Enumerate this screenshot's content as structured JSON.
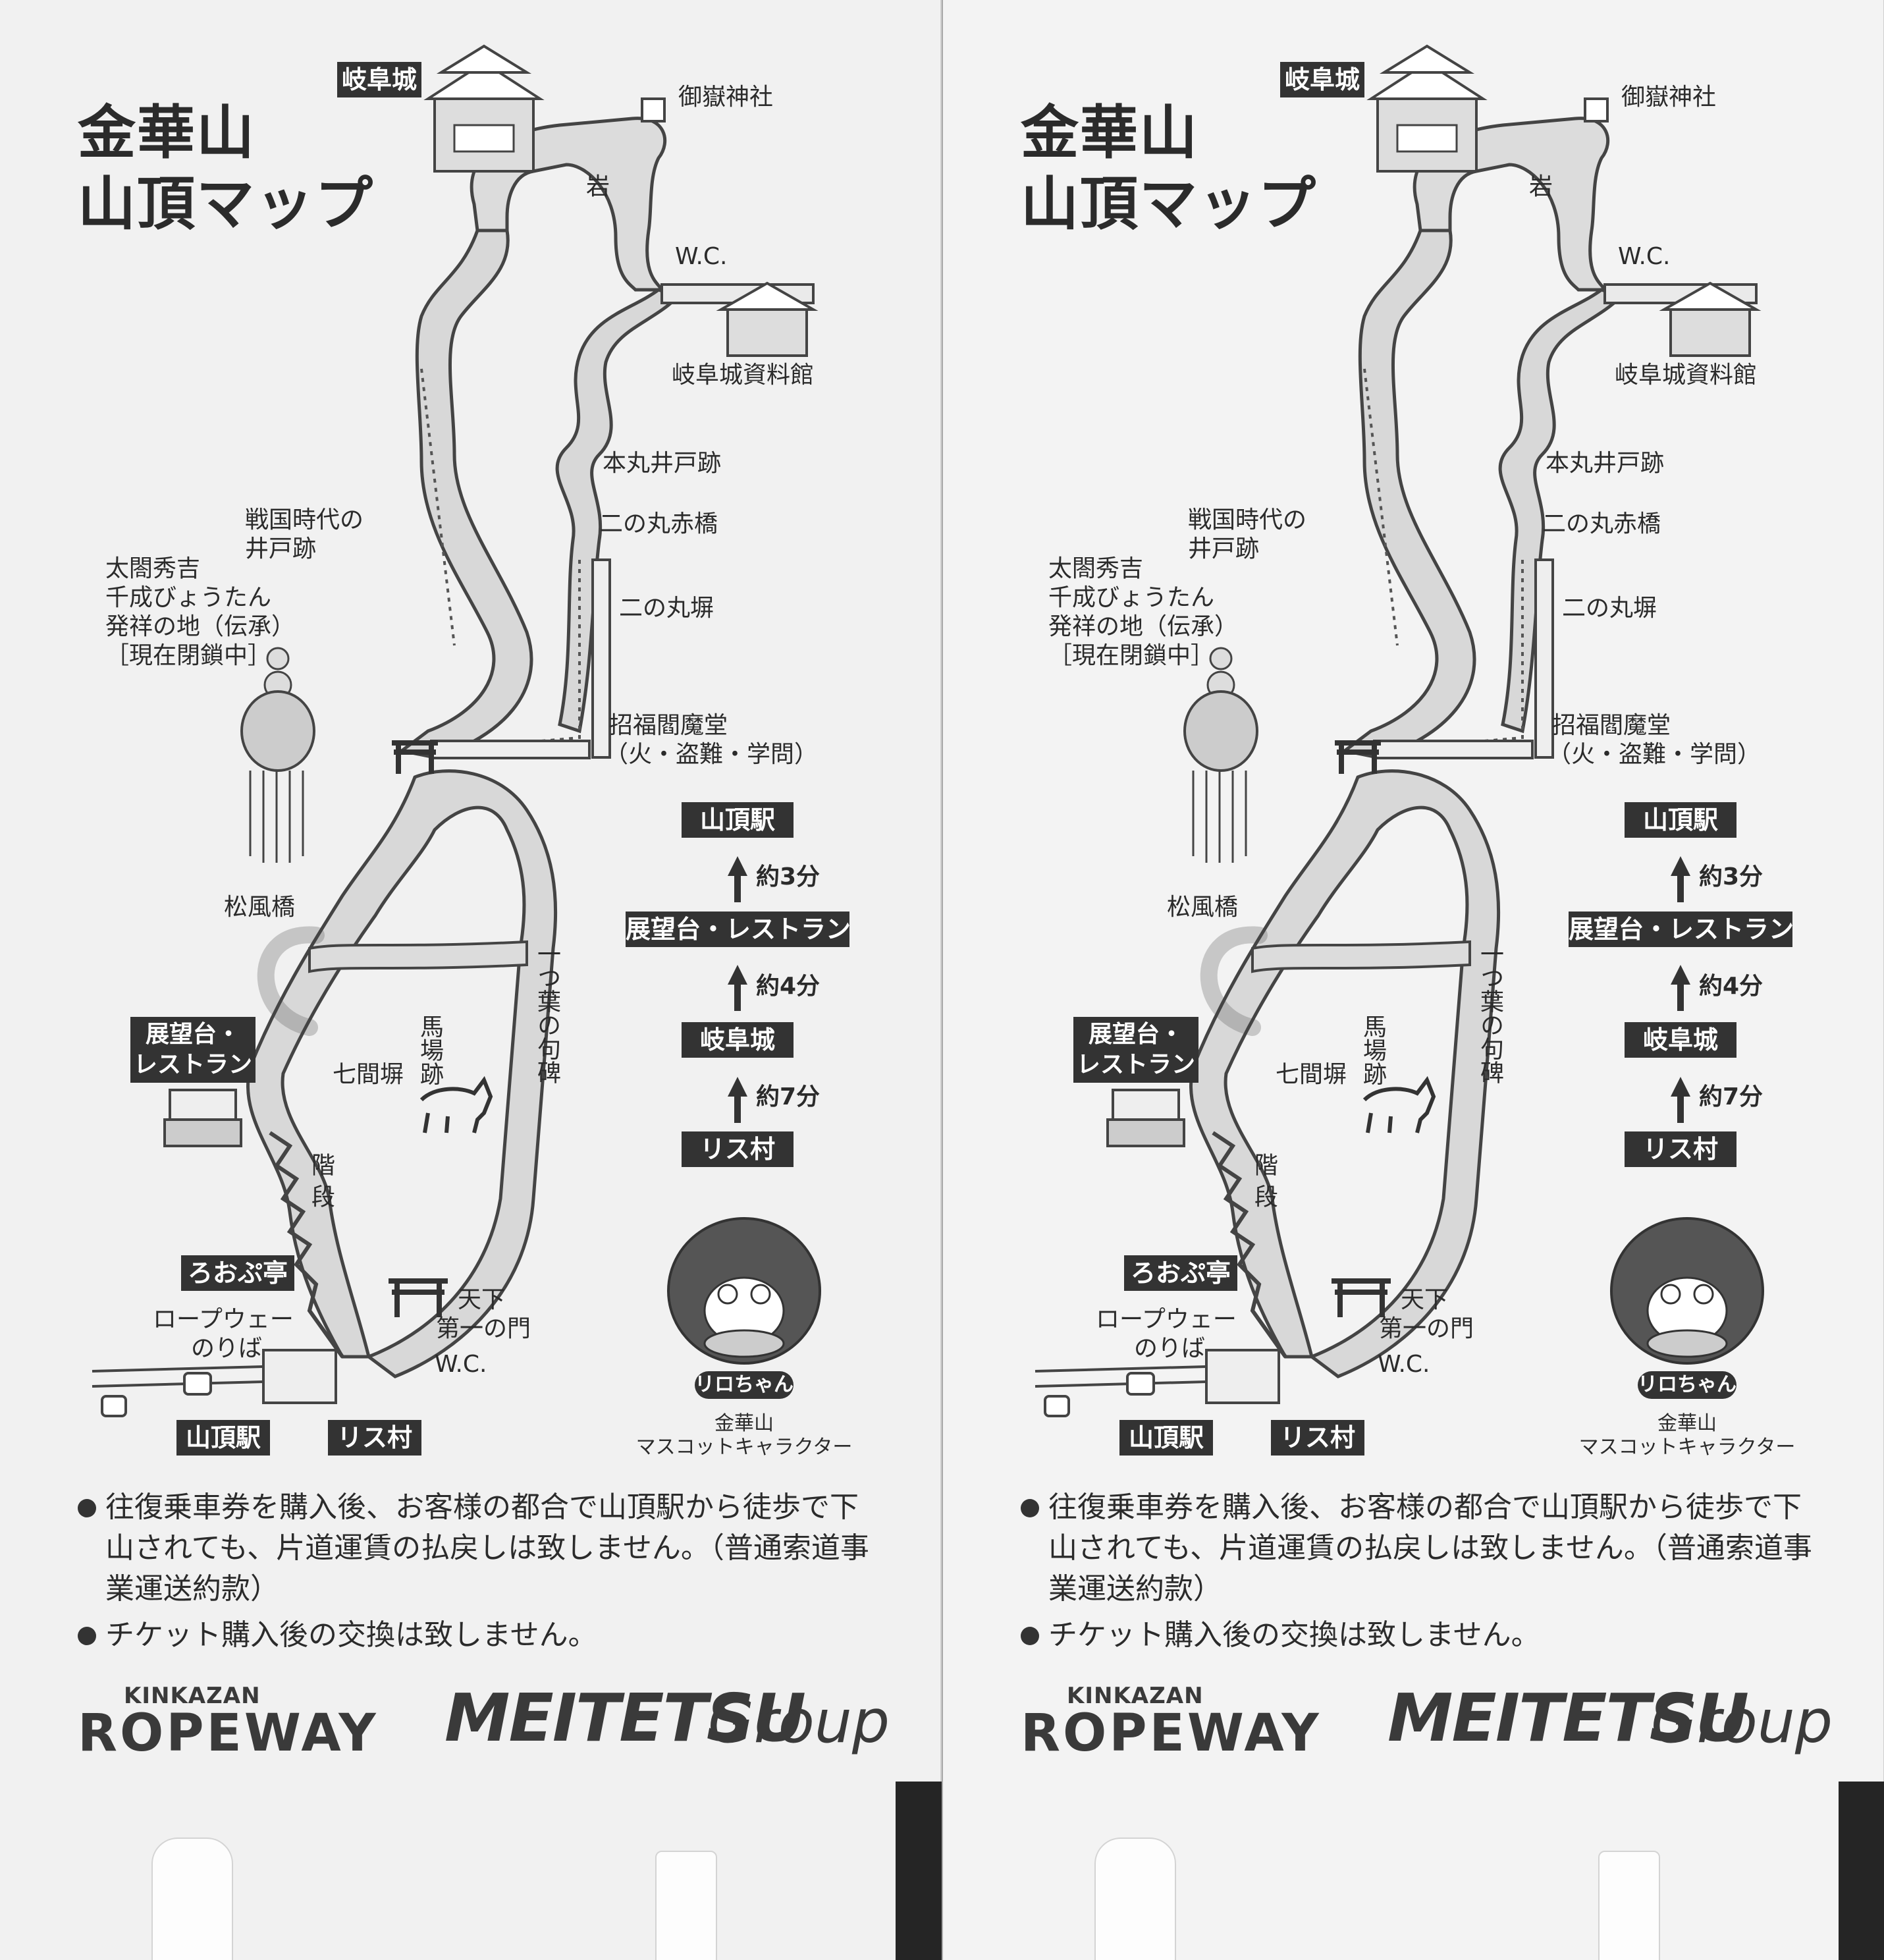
{
  "title": {
    "line1": "金華山",
    "line2": "山頂マップ"
  },
  "map_labels": {
    "gifu_castle": "岐阜城",
    "shrine": "御嶽神社",
    "rock": "岩",
    "wc_top": "W.C.",
    "museum": "岐阜城資料館",
    "honmaru_well": "本丸井戸跡",
    "ninomaru_bridge": "二の丸赤橋",
    "sengoku_well_1": "戦国時代の",
    "sengoku_well_2": "井戸跡",
    "hideyoshi_1": "太閤秀吉",
    "hideyoshi_2": "千成びょうたん",
    "hideyoshi_3": "発祥の地（伝承）",
    "hideyoshi_4": "［現在閉鎖中］",
    "ninomaru_wall": "二の丸塀",
    "enma_1": "招福閻魔堂",
    "enma_2": "（火・盗難・学問）",
    "shofu_bridge": "松風橋",
    "observatory_box_1": "展望台・",
    "observatory_box_2": "レストラン",
    "shichiken_wall": "七間塀",
    "baba_ato": "馬場跡",
    "haiku_monument": "一つ葉の句碑",
    "stairs": "階段",
    "ropu_tei": "ろおぷ亭",
    "ropeway_1": "ロープウェー",
    "ropeway_2": "のりば",
    "tenka_1": "天下",
    "tenka_2": "第一の門",
    "wc_bottom": "W.C.",
    "summit_station": "山頂駅",
    "squirrel_village": "リス村"
  },
  "route": {
    "steps": [
      {
        "stop": "山頂駅"
      },
      {
        "time": "約3分"
      },
      {
        "stop": "展望台・レストラン"
      },
      {
        "time": "約4分"
      },
      {
        "stop": "岐阜城"
      },
      {
        "time": "約7分"
      },
      {
        "stop": "リス村"
      }
    ]
  },
  "mascot": {
    "name": "リロちゃん",
    "caption_1": "金華山",
    "caption_2": "マスコットキャラクター"
  },
  "notices": [
    "往復乗車券を購入後、お客様の都合で山頂駅から徒歩で下山されても、片道運賃の払戻しは致しません。（普通索道事業運送約款）",
    "チケット購入後の交換は致しません。"
  ],
  "logos": {
    "ropeway_small": "KINKAZAN",
    "ropeway_big": "ROPEWAY",
    "meitetsu": "MEITETSU",
    "group": "Group"
  },
  "colors": {
    "ink": "#333333",
    "paper": "#f1f1f1",
    "path": "#d8d8d8",
    "strip": "#252525"
  }
}
